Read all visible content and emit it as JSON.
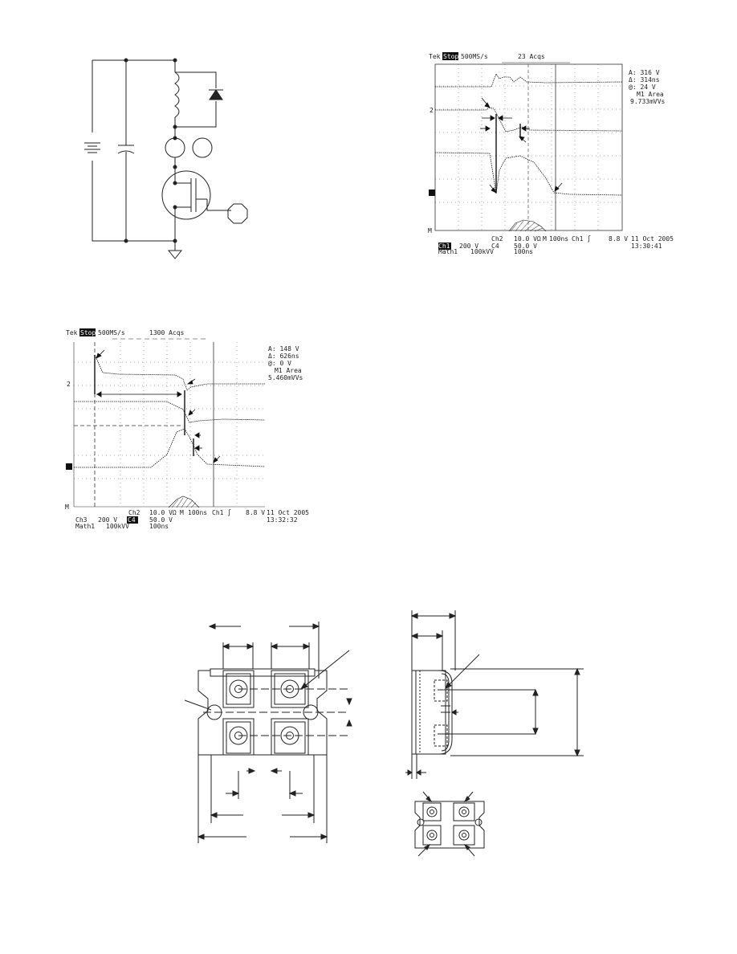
{
  "scope1": {
    "brand": "Tek",
    "state": "Stop",
    "rate": "500MS/s",
    "acqs": "23 Acqs",
    "readout": [
      "A: 316 V",
      "Δ: 314ns",
      "@: 24 V",
      "M1 Area",
      "9.733mVVs"
    ],
    "ch_marker": "2",
    "ch2": "Ch2",
    "ch2_val": "10.0 VΩ",
    "m_label": "M",
    "time_div": "100ns",
    "trigger": "Ch1 ∫",
    "trig_level": "8.8 V",
    "ch1_label": "Ch1",
    "ch1_val": "200 V",
    "c4": "C4",
    "c4_val": "50.0 V",
    "math": "Math1",
    "math_val": "100kVV",
    "math_time": "100ns",
    "date": "11 Oct 2005",
    "time": "13:30:41"
  },
  "scope2": {
    "brand": "Tek",
    "state": "Stop",
    "rate": "500MS/s",
    "acqs": "1300 Acqs",
    "readout": [
      "A: 148 V",
      "Δ: 626ns",
      "@: 0 V",
      "M1 Area",
      "5.460mVVs"
    ],
    "ch_marker": "2",
    "ch2": "Ch2",
    "ch2_val": "10.0 VΩ",
    "m_label": "M",
    "time_div": "100ns",
    "trigger": "Ch1 ∫",
    "trig_level": "8.8 V",
    "ch3": "Ch3",
    "ch3_val": "200 V",
    "c4": "C4",
    "c4_val": "50.0 V",
    "math": "Math1",
    "math_val": "100kVV",
    "math_time": "100ns",
    "date": "11 Oct 2005",
    "time": "13:32:32"
  }
}
